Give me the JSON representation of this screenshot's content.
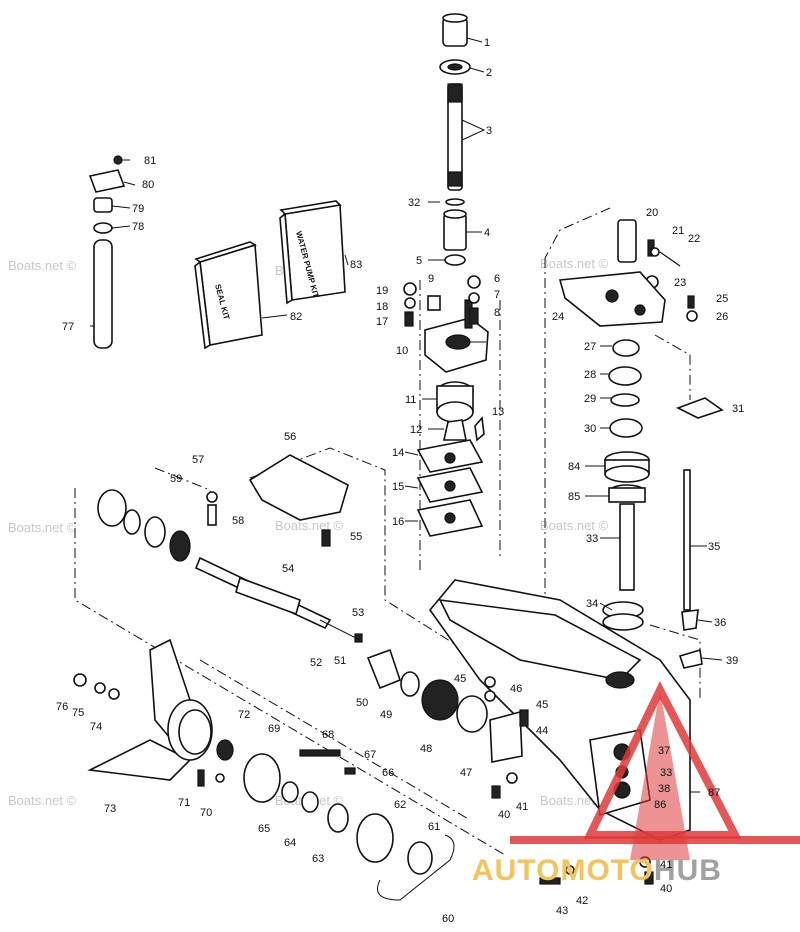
{
  "labels": [
    "1",
    "2",
    "3",
    "4",
    "5",
    "6",
    "7",
    "8",
    "9",
    "10",
    "11",
    "12",
    "13",
    "14",
    "15",
    "16",
    "17",
    "18",
    "19",
    "20",
    "21",
    "22",
    "23",
    "24",
    "25",
    "26",
    "27",
    "28",
    "29",
    "30",
    "31",
    "32",
    "33",
    "33",
    "34",
    "35",
    "36",
    "37",
    "38",
    "39",
    "40",
    "40",
    "41",
    "41",
    "42",
    "43",
    "44",
    "45",
    "45",
    "46",
    "47",
    "48",
    "49",
    "50",
    "51",
    "52",
    "53",
    "54",
    "55",
    "56",
    "57",
    "58",
    "59",
    "60",
    "61",
    "62",
    "63",
    "64",
    "65",
    "66",
    "67",
    "68",
    "69",
    "70",
    "71",
    "72",
    "73",
    "74",
    "75",
    "76",
    "77",
    "78",
    "79",
    "80",
    "81",
    "82",
    "83",
    "84",
    "85",
    "86",
    "87"
  ],
  "kits": {
    "seal": "SEAL KIT",
    "water_pump": "WATER PUMP KIT"
  },
  "watermark": "Boats.net ©",
  "logo": {
    "part1": "AUTOMOTO",
    "part2": "HUB"
  },
  "colors": {
    "logo_red": "#e03a3a",
    "logo_yellow": "#f4c35a",
    "logo_gray": "#a1a1a1"
  }
}
